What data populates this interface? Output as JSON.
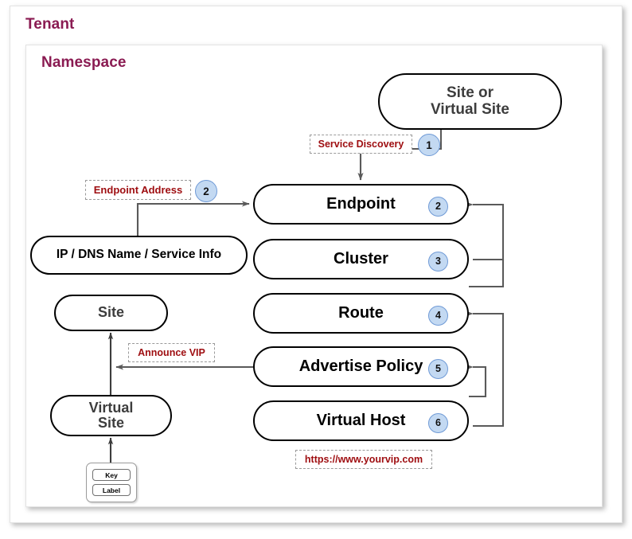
{
  "frames": {
    "tenant_title": "Tenant",
    "namespace_title": "Namespace"
  },
  "nodes": {
    "site_or_virtual_site": "Site or\nVirtual Site",
    "site_or_virtual_site_line1": "Site or",
    "site_or_virtual_site_line2": "Virtual Site",
    "ip_dns": "IP / DNS Name / Service Info",
    "site": "Site",
    "virtual_site_line1": "Virtual",
    "virtual_site_line2": "Site",
    "endpoint": "Endpoint",
    "cluster": "Cluster",
    "route": "Route",
    "advertise_policy": "Advertise Policy",
    "virtual_host": "Virtual Host"
  },
  "badges": {
    "service_discovery": "1",
    "endpoint_address": "2",
    "endpoint": "2",
    "cluster": "3",
    "route": "4",
    "advertise_policy": "5",
    "virtual_host": "6"
  },
  "annotations": {
    "service_discovery": "Service Discovery",
    "endpoint_address": "Endpoint Address",
    "announce_vip": "Announce VIP",
    "vip_url": "https://www.yourvip.com"
  },
  "legend": {
    "key": "Key",
    "label": "Label"
  },
  "colors": {
    "frame_title": "#8a1b52",
    "annotation_text": "#9e0d10",
    "badge_fill": "#c3d9f2",
    "badge_stroke": "#6f9ad6",
    "node_stroke": "#000000",
    "gray_text": "#3d3d3d",
    "wire": "#5a5a5a"
  }
}
